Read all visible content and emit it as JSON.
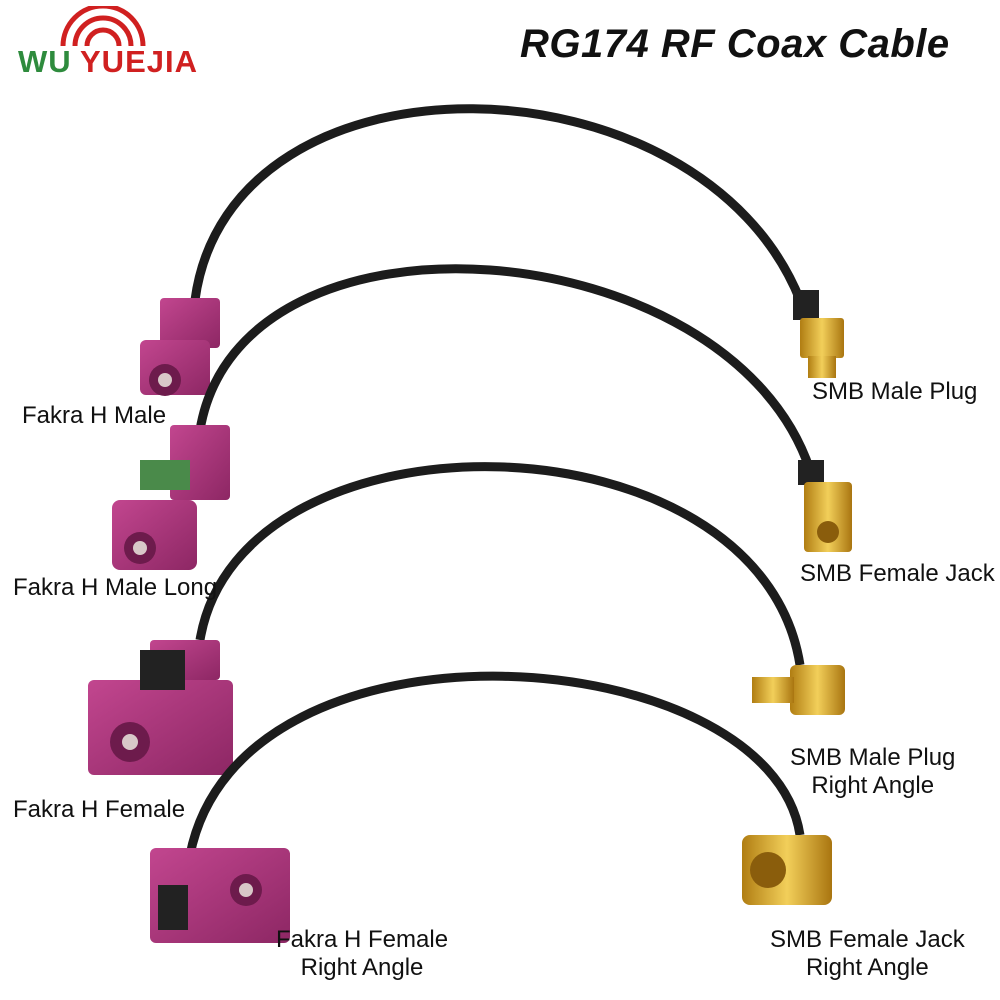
{
  "brand": {
    "prefix": "WU",
    "name": "YUEJIA"
  },
  "title": "RG174 RF Coax Cable",
  "colors": {
    "cable": "#1c1c1c",
    "fakra": "#a8327a",
    "gold": "#d8a21e",
    "logo_green": "#2e8b3d",
    "logo_red": "#d02020"
  },
  "cables": [
    {
      "left_label": "Fakra H Male",
      "right_label": [
        "SMB Male Plug"
      ]
    },
    {
      "left_label": "Fakra H Male Long",
      "right_label": [
        "SMB Female Jack"
      ]
    },
    {
      "left_label": "Fakra H Female",
      "right_label": [
        "SMB Male Plug",
        "Right Angle"
      ]
    },
    {
      "left_label": [
        "Fakra H Female",
        "Right Angle"
      ],
      "right_label": [
        "SMB Female Jack",
        "Right Angle"
      ]
    }
  ]
}
